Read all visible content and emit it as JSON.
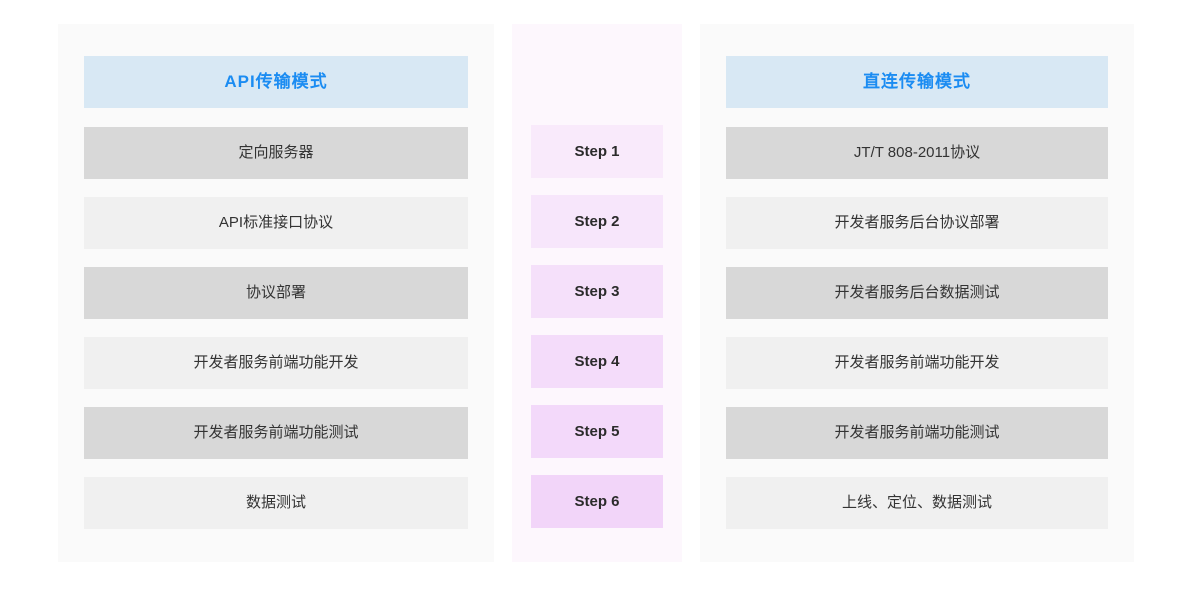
{
  "columns": {
    "left": {
      "header": "API传输模式",
      "rows": [
        "定向服务器",
        "API标准接口协议",
        "协议部署",
        "开发者服务前端功能开发",
        "开发者服务前端功能测试",
        "数据测试"
      ]
    },
    "right": {
      "header": "直连传输模式",
      "rows": [
        "JT/T 808-2011协议",
        "开发者服务后台协议部署",
        "开发者服务后台数据测试",
        "开发者服务前端功能开发",
        "开发者服务前端功能测试",
        "上线、定位、数据测试"
      ]
    },
    "steps": {
      "items": [
        "Step 1",
        "Step 2",
        "Step 3",
        "Step 4",
        "Step 5",
        "Step 6"
      ]
    }
  },
  "colors": {
    "page_background": "#ffffff",
    "panel_background": "#fafafa",
    "step_panel_background": "#fdf7fd",
    "header_background": "#d8e8f4",
    "header_text": "#1b8cf2",
    "row_dark": "#d8d8d8",
    "row_light": "#f0f0f0",
    "row_text": "#333333",
    "step_text": "#2b2b2b",
    "step_fill_start": "#f9eafb",
    "step_fill_end": "#f2d5f9"
  }
}
